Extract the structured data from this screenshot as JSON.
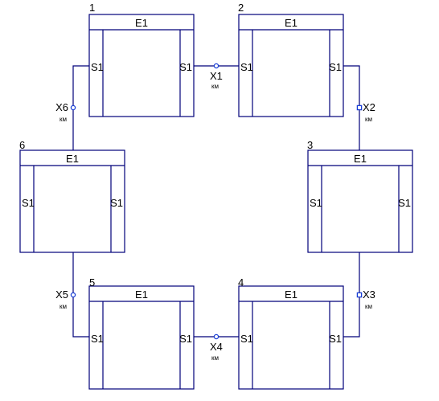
{
  "colors": {
    "stroke": "#00007a",
    "connector": "#1a3fd6",
    "text": "#000000",
    "background": "#ffffff"
  },
  "blocks": [
    {
      "number": "1",
      "header": "E1",
      "left_port": "S1",
      "right_port": "S1"
    },
    {
      "number": "2",
      "header": "E1",
      "left_port": "S1",
      "right_port": "S1"
    },
    {
      "number": "3",
      "header": "E1",
      "left_port": "S1",
      "right_port": "S1"
    },
    {
      "number": "4",
      "header": "E1",
      "left_port": "S1",
      "right_port": "S1"
    },
    {
      "number": "5",
      "header": "E1",
      "left_port": "S1",
      "right_port": "S1"
    },
    {
      "number": "6",
      "header": "E1",
      "left_port": "S1",
      "right_port": "S1"
    }
  ],
  "connectors": [
    {
      "label": "X1",
      "sublabel": "км"
    },
    {
      "label": "X2",
      "sublabel": "км"
    },
    {
      "label": "X3",
      "sublabel": "км"
    },
    {
      "label": "X4",
      "sublabel": "км"
    },
    {
      "label": "X5",
      "sublabel": "км"
    },
    {
      "label": "X6",
      "sublabel": "км"
    }
  ]
}
